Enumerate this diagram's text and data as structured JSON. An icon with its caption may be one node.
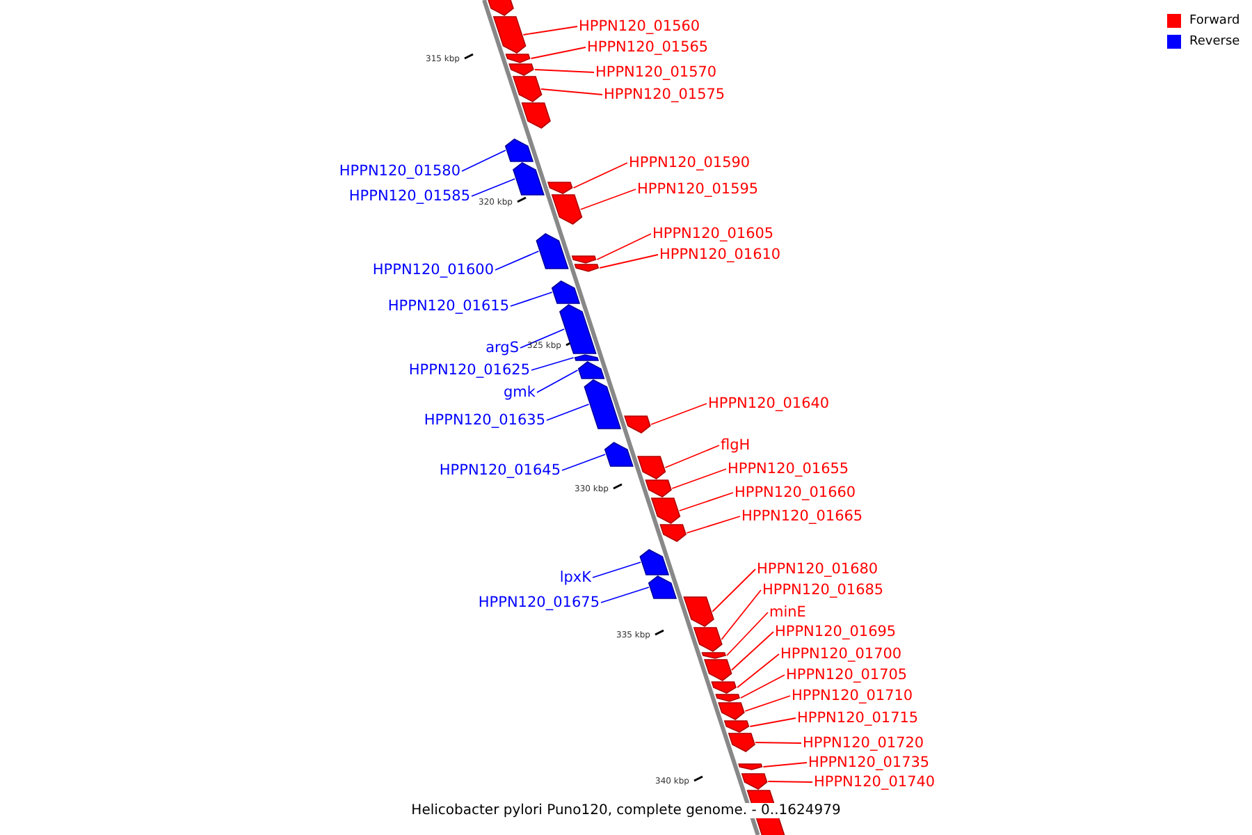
{
  "diagram": {
    "caption": "Helicobacter pylori Puno120, complete genome. - 0..1624979",
    "nodes": [
      {
        "text": [],
        "shape": "pentagon"
      },
      {
        "text": [
          "HPPN120_01560"
        ]
      },
      {
        "text": [],
        "shape": "pentagon"
      },
      {
        "text": [
          "HPPN120_01565"
        ]
      },
      {
        "text": [],
        "shape": "pentagon"
      },
      {
        "text": [
          "HPPN120_01570"
        ]
      },
      {
        "text": [],
        "shape": "pentagon"
      },
      {
        "text": [
          "HPPN120_01575"
        ]
      },
      {
        "text": [],
        "shape": "pentagon"
      },
      {
        "text": [],
        "shape": "pentagon"
      },
      {
        "text": [
          "HPPN120_01580"
        ]
      },
      {
        "text": [],
        "shape": "pentagon"
      },
      {
        "text": [
          "HPPN120_01585"
        ]
      },
      {
        "text": [],
        "shape": "pentagon"
      },
      {
        "text": [
          "HPPN120_01590"
        ]
      },
      {
        "text": [],
        "shape": "pentagon"
      },
      {
        "text": [
          "HPPN120_01595"
        ]
      },
      {
        "text": [],
        "shape": "pentagon"
      },
      {
        "text": [
          "HPPN120_01600"
        ]
      },
      {
        "text": [],
        "shape": "pentagon"
      },
      {
        "text": [
          "HPPN120_01605"
        ]
      },
      {
        "text": [],
        "shape": "pentagon"
      },
      {
        "text": [
          "HPPN120_01610"
        ]
      },
      {
        "text": [],
        "shape": "pentagon"
      },
      {
        "text": [
          "HPPN120_01615"
        ]
      },
      {
        "text": [],
        "shape": "pentagon"
      },
      {
        "text": [
          "argS"
        ]
      },
      {
        "text": [],
        "shape": "pentagon"
      },
      {
        "text": [
          "HPPN120_01625"
        ]
      },
      {
        "text": [],
        "shape": "pentagon"
      },
      {
        "text": [
          "gmk"
        ]
      },
      {
        "text": [],
        "shape": "pentagon"
      },
      {
        "text": [
          "HPPN120_01635"
        ]
      },
      {
        "text": [],
        "shape": "pentagon"
      },
      {
        "text": [
          "HPPN120_01640"
        ]
      },
      {
        "text": [],
        "shape": "pentagon"
      },
      {
        "text": [
          "HPPN120_01645"
        ]
      },
      {
        "text": [],
        "shape": "pentagon"
      },
      {
        "text": [
          "flgH"
        ]
      },
      {
        "text": [],
        "shape": "pentagon"
      },
      {
        "text": [
          "HPPN120_01655"
        ]
      },
      {
        "text": [],
        "shape": "pentagon"
      },
      {
        "text": [
          "HPPN120_01660"
        ]
      },
      {
        "text": [],
        "shape": "pentagon"
      },
      {
        "text": [
          "HPPN120_01665"
        ]
      },
      {
        "text": [],
        "shape": "pentagon"
      },
      {
        "text": [
          "lpxK"
        ]
      },
      {
        "text": [],
        "shape": "pentagon"
      },
      {
        "text": [
          "HPPN120_01675"
        ]
      },
      {
        "text": [],
        "shape": "pentagon"
      },
      {
        "text": [
          "HPPN120_01680"
        ]
      },
      {
        "text": [],
        "shape": "pentagon"
      },
      {
        "text": [
          "HPPN120_01685"
        ]
      },
      {
        "text": [],
        "shape": "pentagon"
      },
      {
        "text": [
          "minE"
        ]
      },
      {
        "text": [],
        "shape": "pentagon"
      },
      {
        "text": [
          "HPPN120_01695"
        ]
      },
      {
        "text": [],
        "shape": "pentagon"
      },
      {
        "text": [
          "HPPN120_01700"
        ]
      },
      {
        "text": [],
        "shape": "pentagon"
      },
      {
        "text": [
          "HPPN120_01705"
        ]
      },
      {
        "text": [],
        "shape": "pentagon"
      },
      {
        "text": [
          "HPPN120_01710"
        ]
      },
      {
        "text": [],
        "shape": "pentagon"
      },
      {
        "text": [
          "HPPN120_01715"
        ]
      },
      {
        "text": [],
        "shape": "pentagon"
      },
      {
        "text": [
          "HPPN120_01720"
        ]
      },
      {
        "text": [],
        "shape": "pentagon"
      },
      {
        "text": [
          "HPPN120_01735"
        ]
      },
      {
        "text": [],
        "shape": "pentagon"
      },
      {
        "text": [
          "HPPN120_01740"
        ]
      },
      {
        "text": [],
        "shape": "pentagon"
      },
      {
        "text": [],
        "shape": "pentagon"
      }
    ],
    "edges": [
      {
        "from": 1,
        "to": 2,
        "arrow": "none"
      },
      {
        "from": 3,
        "to": 4,
        "arrow": "none"
      },
      {
        "from": 5,
        "to": 6,
        "arrow": "none"
      },
      {
        "from": 7,
        "to": 8,
        "arrow": "none"
      },
      {
        "from": 10,
        "to": 11,
        "arrow": "none",
        "color": "#0000ff"
      },
      {
        "from": 12,
        "to": 13,
        "arrow": "none",
        "color": "#0000ff"
      },
      {
        "from": 14,
        "to": 15,
        "arrow": "none"
      },
      {
        "from": 16,
        "to": 17,
        "arrow": "none"
      },
      {
        "from": 18,
        "to": 19,
        "arrow": "none",
        "color": "#0000ff"
      },
      {
        "from": 20,
        "to": 21,
        "arrow": "none"
      },
      {
        "from": 22,
        "to": 23,
        "arrow": "none"
      },
      {
        "from": 24,
        "to": 25,
        "arrow": "none",
        "color": "#0000ff"
      },
      {
        "from": 26,
        "to": 27,
        "arrow": "none",
        "color": "#0000ff"
      },
      {
        "from": 28,
        "to": 29,
        "arrow": "none",
        "color": "#0000ff"
      },
      {
        "from": 30,
        "to": 31,
        "arrow": "none",
        "color": "#0000ff"
      },
      {
        "from": 32,
        "to": 33,
        "arrow": "none",
        "color": "#0000ff"
      },
      {
        "from": 34,
        "to": 35,
        "arrow": "none"
      },
      {
        "from": 36,
        "to": 37,
        "arrow": "none",
        "color": "#0000ff"
      },
      {
        "from": 38,
        "to": 39,
        "arrow": "none"
      },
      {
        "from": 40,
        "to": 41,
        "arrow": "none"
      },
      {
        "from": 42,
        "to": 43,
        "arrow": "none"
      },
      {
        "from": 44,
        "to": 45,
        "arrow": "none"
      },
      {
        "from": 46,
        "to": 47,
        "arrow": "none",
        "color": "#0000ff"
      },
      {
        "from": 48,
        "to": 49,
        "arrow": "none",
        "color": "#0000ff"
      },
      {
        "from": 50,
        "to": 51,
        "arrow": "none"
      },
      {
        "from": 52,
        "to": 53,
        "arrow": "none"
      },
      {
        "from": 54,
        "to": 55,
        "arrow": "none"
      },
      {
        "from": 56,
        "to": 57,
        "arrow": "none"
      },
      {
        "from": 58,
        "to": 59,
        "arrow": "none"
      },
      {
        "from": 60,
        "to": 61,
        "arrow": "none"
      },
      {
        "from": 62,
        "to": 63,
        "arrow": "none"
      },
      {
        "from": 64,
        "to": 65,
        "arrow": "none"
      },
      {
        "from": 66,
        "to": 67,
        "arrow": "none"
      },
      {
        "from": 68,
        "to": 69,
        "arrow": "none"
      },
      {
        "from": 70,
        "to": 71,
        "arrow": "none"
      }
    ],
    "labels": [
      "315 kbp",
      "320 kbp",
      "325 kbp",
      "330 kbp",
      "335 kbp",
      "340 kbp"
    ],
    "legend": [
      {
        "text": "Forward",
        "color": "#ff0000"
      },
      {
        "text": "Reverse",
        "color": "#0000ff"
      }
    ]
  }
}
